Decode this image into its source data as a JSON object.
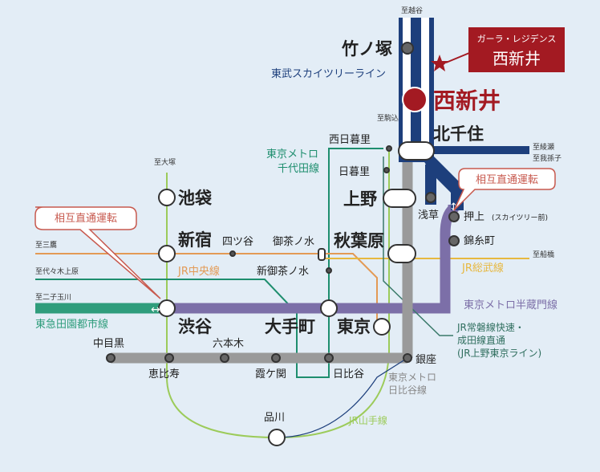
{
  "property": {
    "name_small": "ガーラ・レジデンス",
    "name_large": "西新井"
  },
  "stations": {
    "nishiarai": "西新井",
    "takenotsuka": "竹ノ塚",
    "kitasenju": "北千住",
    "nishinippori": "西日暮里",
    "nippori": "日暮里",
    "ueno": "上野",
    "asakusa": "浅草",
    "oshiage": "押上",
    "oshiage_note": "(スカイツリー前)",
    "kinshicho": "錦糸町",
    "akihabara": "秋葉原",
    "ochanomizu": "御茶ノ水",
    "shinochanomizu": "新御茶ノ水",
    "yotsuya": "四ツ谷",
    "shinjuku": "新宿",
    "ikebukuro": "池袋",
    "shibuya": "渋谷",
    "otemachi": "大手町",
    "tokyo": "東京",
    "nakameguro": "中目黒",
    "ebisu": "恵比寿",
    "roppongi": "六本木",
    "kasumigaseki": "霞ケ関",
    "hibiya": "日比谷",
    "ginza": "銀座",
    "shinagawa": "品川"
  },
  "directions": {
    "koshigaya": "至越谷",
    "komagome": "至駒込",
    "ayase": "至綾瀬",
    "abiko": "至我孫子",
    "otsuka": "至大塚",
    "mitaka": "至三鷹",
    "funabashi": "至船橋",
    "yoyogiuehara": "至代々木上原",
    "futakotamagawa": "至二子玉川"
  },
  "lines": {
    "tobu_skytree": "東武スカイツリーライン",
    "chiyoda_line1": "東京メトロ",
    "chiyoda_line2": "千代田線",
    "chuo": "JR中央線",
    "sobu": "JR総武線",
    "hanzomon": "東京メトロ半蔵門線",
    "denentoshi": "東急田園都市線",
    "joban1": "JR常磐線快速・",
    "joban2": "成田線直通",
    "joban3": "(JR上野東京ライン)",
    "hibiya1": "東京メトロ",
    "hibiya2": "日比谷線",
    "yamanote": "JR山手線"
  },
  "callouts": {
    "through_service_1": "相互直通運転",
    "through_service_2": "相互直通運転"
  },
  "colors": {
    "background": "#e3edf6",
    "tobu": "#1d3f7c",
    "hibiya_line": "#9a9a9a",
    "chiyoda": "#1e8e6e",
    "yamanote": "#9ccb5a",
    "chuo": "#e39a55",
    "sobu": "#e7b840",
    "hanzomon": "#7c6fa8",
    "denentoshi": "#2f9d7c",
    "joban": "#3a7a6a",
    "accent_red": "#a31a22",
    "callout_red": "#c7594e"
  }
}
